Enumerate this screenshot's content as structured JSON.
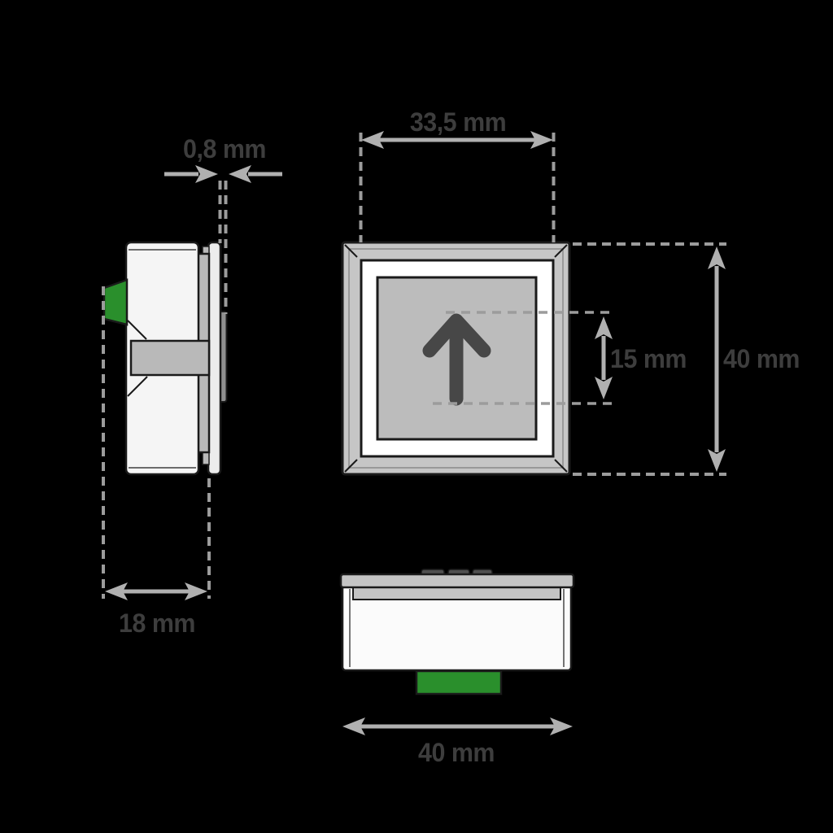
{
  "dimensions": {
    "protrusion": {
      "label": "0,8 mm"
    },
    "face_width": {
      "label": "33,5 mm"
    },
    "symbol_height": {
      "label": "15 mm"
    },
    "front_height": {
      "label": "40 mm"
    },
    "side_depth": {
      "label": "18 mm"
    },
    "bottom_width": {
      "label": "40 mm"
    }
  },
  "icons": {
    "button_symbol": "arrow-up-icon"
  },
  "colors": {
    "background": "#000000",
    "dimension_line": "#b0b0b0",
    "extension_dash": "#9c9c9c",
    "label_text": "#3d3d3d",
    "outline": "#1a1a1a",
    "housing_body": "#f5f5f5",
    "bezel_gray": "#c6c6c6",
    "button_face": "#bcbcbc",
    "symbol_gray": "#474747",
    "connector_green": "#2a8f2c"
  }
}
